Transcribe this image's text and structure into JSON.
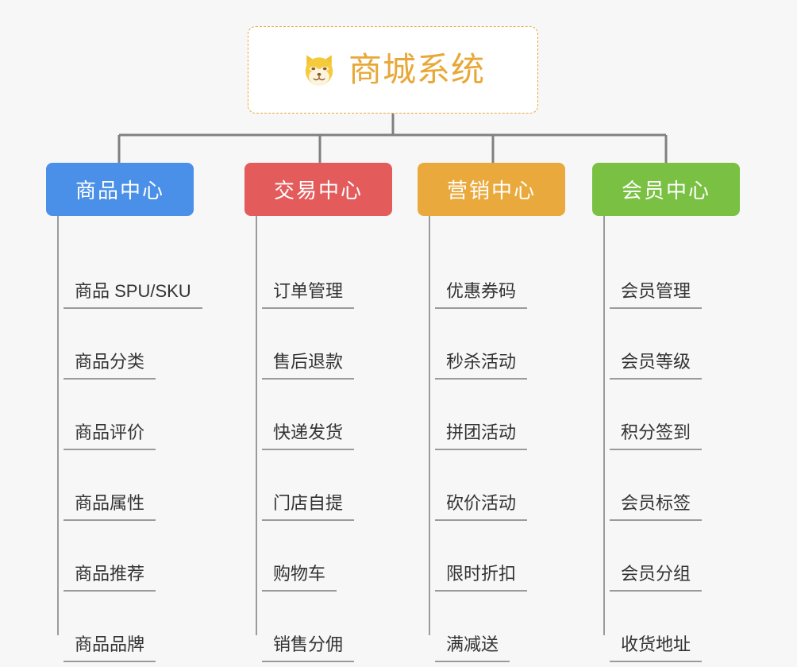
{
  "root": {
    "title": "商城系统",
    "icon": "shiba-dog-face-icon",
    "title_color": "#e8a838",
    "border_color": "#e8a838",
    "background": "#ffffff"
  },
  "canvas": {
    "background": "#f7f7f7",
    "connector_color": "#808080"
  },
  "branches": [
    {
      "label": "商品中心",
      "color": "#4a90e8",
      "items": [
        "商品 SPU/SKU",
        "商品分类",
        "商品评价",
        "商品属性",
        "商品推荐",
        "商品品牌"
      ]
    },
    {
      "label": "交易中心",
      "color": "#e35b5b",
      "items": [
        "订单管理",
        "售后退款",
        "快递发货",
        "门店自提",
        "购物车",
        "销售分佣"
      ]
    },
    {
      "label": "营销中心",
      "color": "#eaa93c",
      "items": [
        "优惠券码",
        "秒杀活动",
        "拼团活动",
        "砍价活动",
        "限时折扣",
        "满减送"
      ]
    },
    {
      "label": "会员中心",
      "color": "#7ac143",
      "items": [
        "会员管理",
        "会员等级",
        "积分签到",
        "会员标签",
        "会员分组",
        "收货地址"
      ]
    }
  ]
}
